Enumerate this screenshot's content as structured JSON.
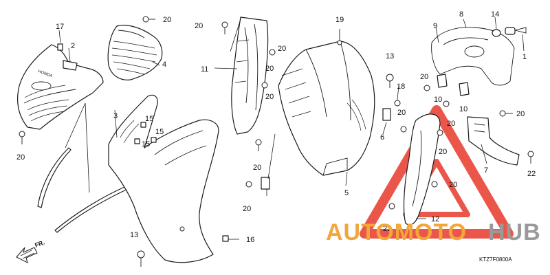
{
  "diagram_code": "KTZ7F0800A",
  "direction_label": "FR.",
  "brand_mark": "HONDA",
  "watermark": {
    "text_orange": "AUTOMOTO",
    "text_gray": "HUB",
    "orange": "#f3a63a",
    "gray": "#9a9a9a",
    "triangle_color": "#e8392c"
  },
  "callouts": [
    "1",
    "2",
    "3",
    "4",
    "5",
    "6",
    "7",
    "8",
    "9",
    "10",
    "10",
    "11",
    "12",
    "13",
    "13",
    "14",
    "15",
    "15",
    "15",
    "16",
    "17",
    "18",
    "19",
    "20",
    "20",
    "20",
    "20",
    "20",
    "20",
    "20",
    "20",
    "20",
    "20",
    "20",
    "20",
    "20",
    "20",
    "21",
    "22"
  ]
}
